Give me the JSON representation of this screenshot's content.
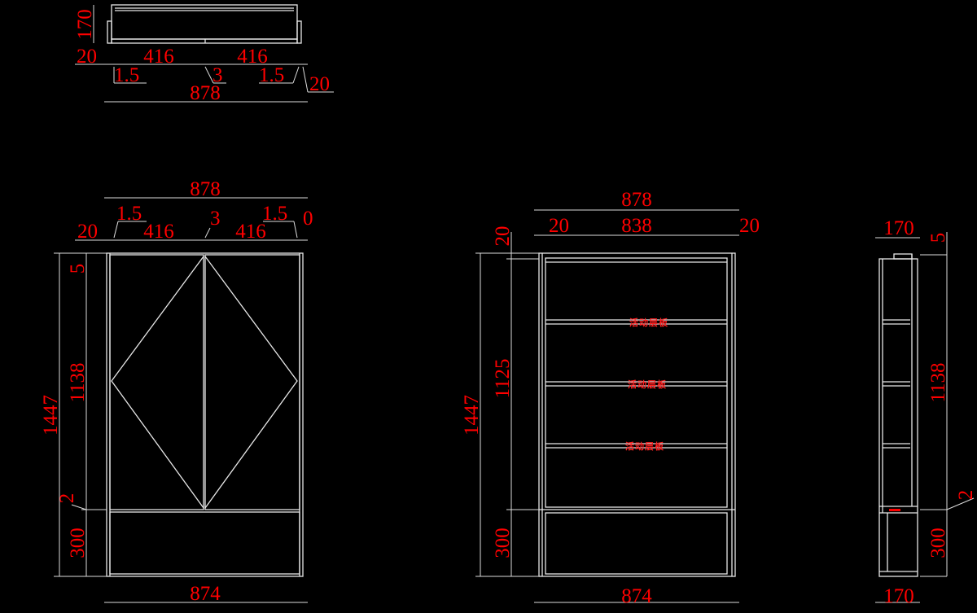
{
  "colors": {
    "background": "#000000",
    "lines": "#e8e8e8",
    "dimension_text": "#ff0000"
  },
  "top_view": {
    "height": "170",
    "left_side": "20",
    "door_left": "416",
    "door_right": "416",
    "gap_left": "1.5",
    "gap_mid": "3",
    "gap_right": "1.5",
    "right_side": "20",
    "total_width": "878"
  },
  "front_view": {
    "total_width": "878",
    "gap_left": "1.5",
    "gap_mid": "3",
    "gap_right": "1.5",
    "right_offset": "0",
    "left_side": "20",
    "door_left": "416",
    "door_right": "416",
    "total_height": "1447",
    "top_gap": "5",
    "door_height": "1138",
    "bottom_gap": "2",
    "base_height": "300",
    "bottom_width": "874"
  },
  "interior_view": {
    "total_width": "878",
    "left_side": "20",
    "inner_width": "838",
    "right_side": "20",
    "total_height": "1447",
    "top": "20",
    "inner_height": "1125",
    "base_height": "300",
    "bottom_width": "874",
    "shelf_labels": [
      "活动层板",
      "活动层板",
      "活动层板"
    ]
  },
  "side_view": {
    "depth_top": "170",
    "top_gap": "5",
    "height": "1138",
    "gap": "2",
    "base_height": "300",
    "depth_bottom": "170"
  }
}
